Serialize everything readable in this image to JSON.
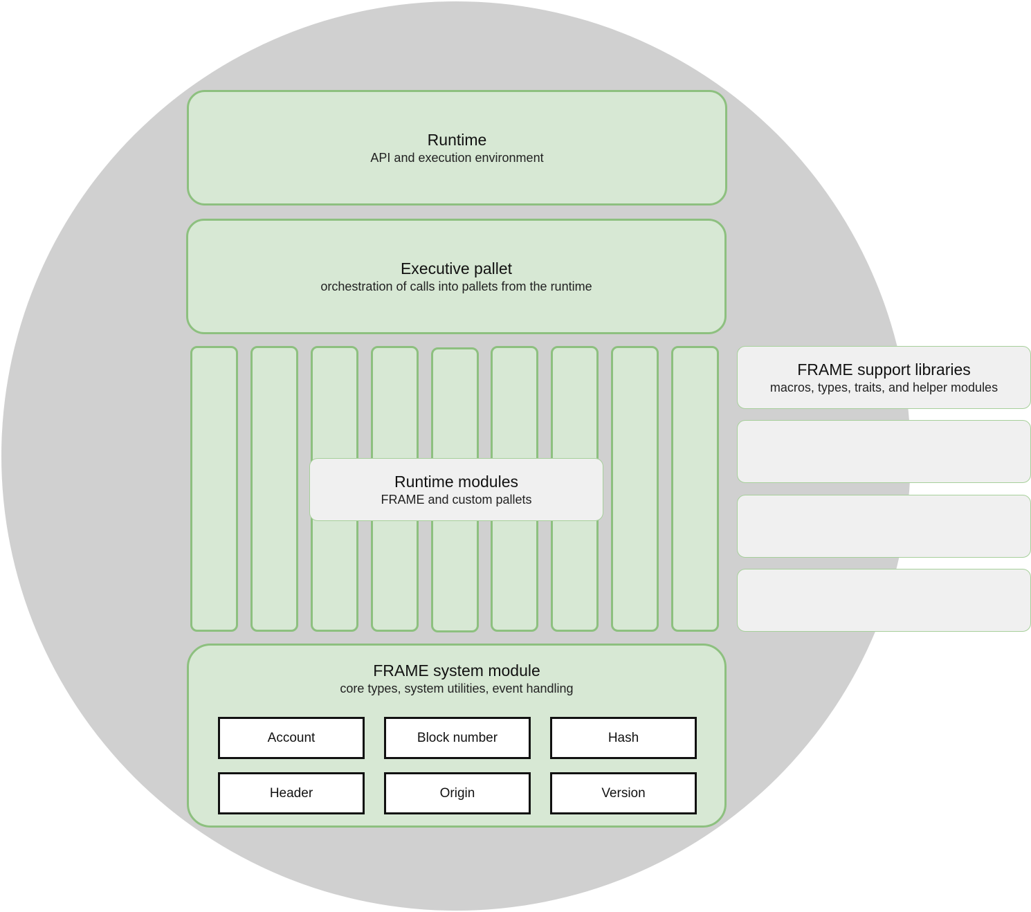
{
  "runtime": {
    "title": "Runtime",
    "subtitle": "API and execution environment"
  },
  "executive": {
    "title": "Executive pallet",
    "subtitle": "orchestration of calls into pallets from the runtime"
  },
  "modules": {
    "title": "Runtime modules",
    "subtitle": "FRAME and custom pallets",
    "pallet_column_count": 9
  },
  "support": {
    "title": "FRAME support libraries",
    "subtitle": "macros, types, traits, and helper modules"
  },
  "system": {
    "title": "FRAME system module",
    "subtitle": "core types, system utilities, event handling",
    "types": [
      "Account",
      "Block number",
      "Hash",
      "Header",
      "Origin",
      "Version"
    ]
  },
  "colors": {
    "circle": "#d0d0d0",
    "green_fill": "#d7e8d4",
    "green_border": "#8dc07f",
    "grey_fill": "#f0f0f0"
  }
}
